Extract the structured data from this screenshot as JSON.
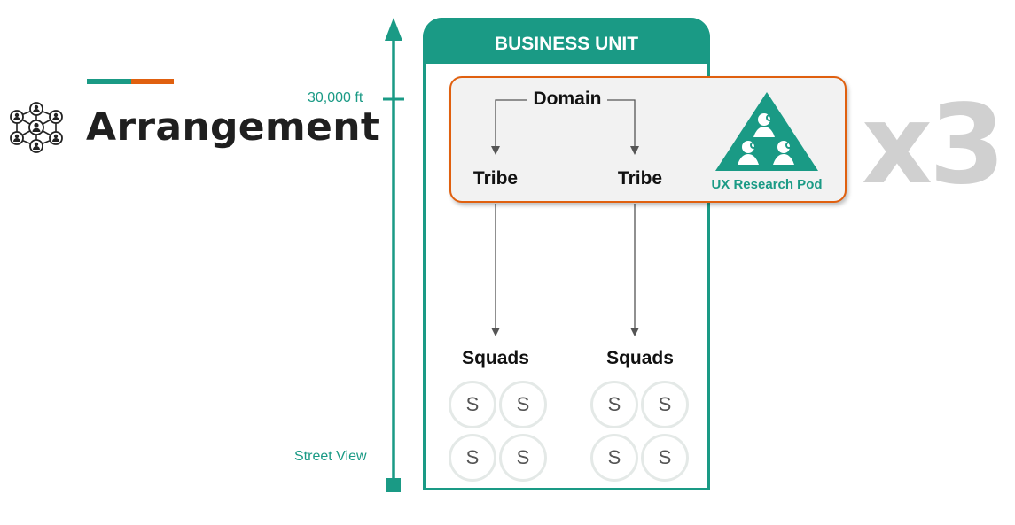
{
  "title": "Arrangement",
  "scale": {
    "top_label": "30,000 ft",
    "bottom_label": "Street View"
  },
  "business_unit": {
    "header": "BUSINESS UNIT"
  },
  "domain": {
    "label": "Domain",
    "tribes": [
      "Tribe",
      "Tribe"
    ],
    "pod_label": "UX Research Pod"
  },
  "squads": {
    "group_labels": [
      "Squads",
      "Squads"
    ],
    "squad_letter": "S"
  },
  "multiplier": "x3",
  "colors": {
    "teal": "#1a9a85",
    "orange": "#e0600f",
    "gray_text": "#d0d0d0"
  },
  "icons": [
    "network-people-icon",
    "ux-research-pod-icon"
  ]
}
